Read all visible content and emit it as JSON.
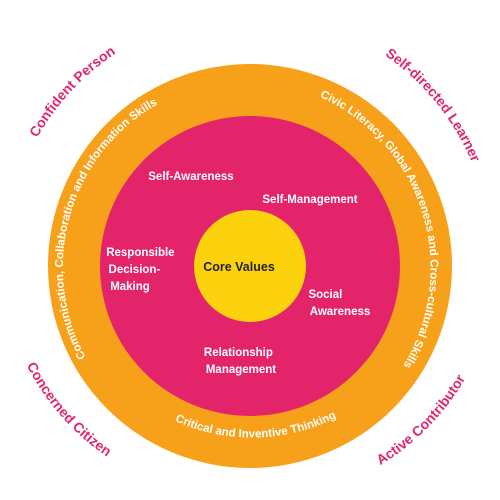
{
  "colors": {
    "outer_ring": "#f7a11a",
    "inner_circle": "#e3246b",
    "core": "#fcd20f",
    "outcome_text": "#e0266f",
    "ring_text": "#ffffff"
  },
  "outcomes": {
    "top_left": "Confident Person",
    "top_right": "Self-directed Learner",
    "bottom_left": "Concerned Citizen",
    "bottom_right": "Active Contributor"
  },
  "ring_labels": {
    "left": "Communication, Collaboration and Information Skills",
    "right": "Civic Literacy, Global Awareness and Cross-cultural Skills",
    "bottom": "Critical and Inventive Thinking"
  },
  "competencies": {
    "self_awareness": "Self-Awareness",
    "self_management": "Self-Management",
    "responsible_decision_making": [
      "Responsible",
      "Decision-",
      "Making"
    ],
    "social_awareness": [
      "Social",
      "Awareness"
    ],
    "relationship_management": [
      "Relationship",
      "Management"
    ]
  },
  "core": "Core Values"
}
